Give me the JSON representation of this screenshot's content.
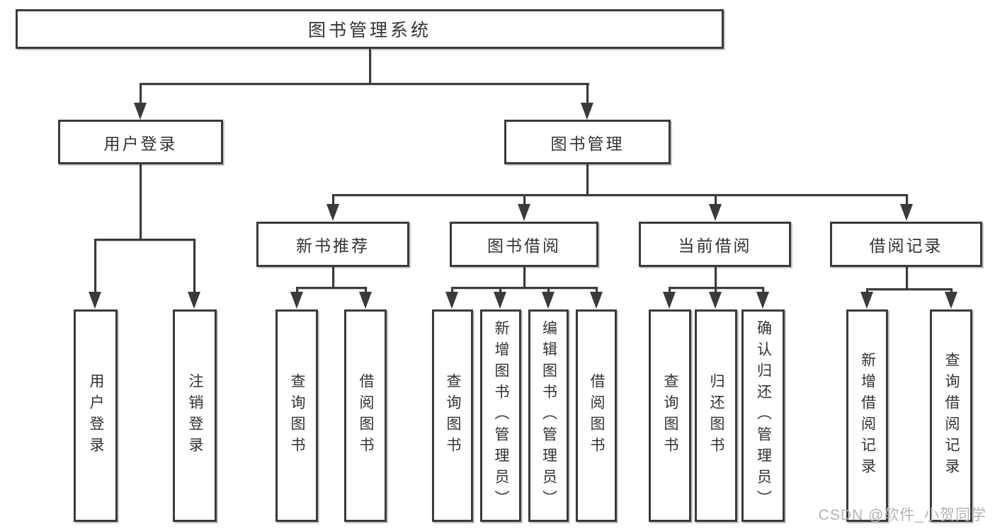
{
  "root": "图书管理系统",
  "level2": [
    "用户登录",
    "图书管理"
  ],
  "level3": [
    "新书推荐",
    "图书借阅",
    "当前借阅",
    "借阅记录"
  ],
  "leaves": {
    "login": [
      "用户登录",
      "注销登录"
    ],
    "recommend": [
      "查询图书",
      "借阅图书"
    ],
    "borrow": [
      "查询图书",
      "新增图书（管理员）",
      "编辑图书（管理员）",
      "借阅图书"
    ],
    "current": [
      "查询图书",
      "归还图书",
      "确认归还（管理员）"
    ],
    "records": [
      "新增借阅记录",
      "查询借阅记录"
    ]
  },
  "watermark": "CSDN @软件_小贺同学",
  "colors": {
    "line": "#3a3a3a",
    "text": "#333333",
    "watermark": "#b3b3b3",
    "background": "#ffffff"
  }
}
